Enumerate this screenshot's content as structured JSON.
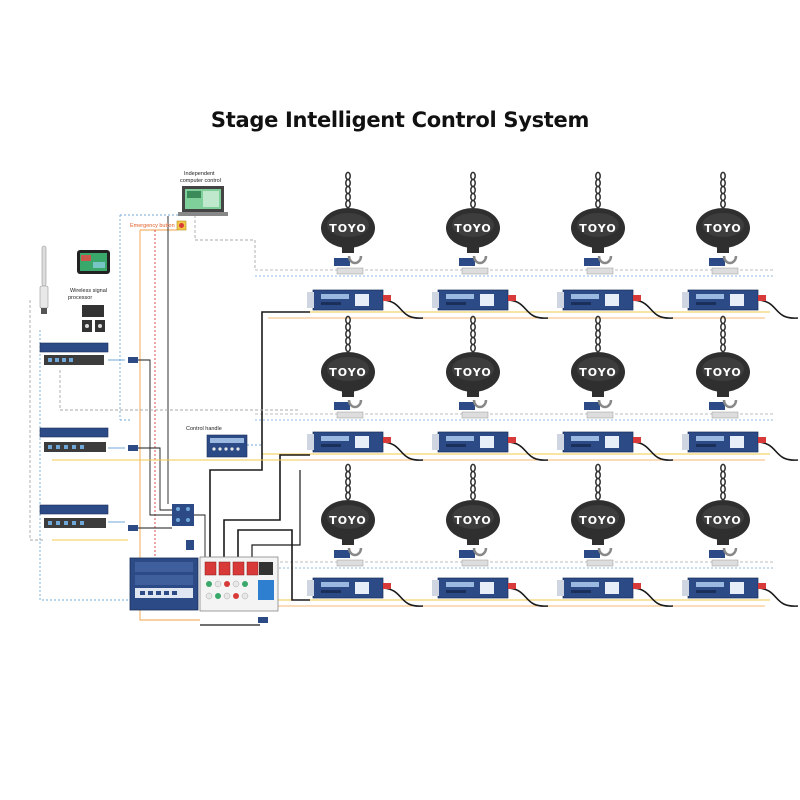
{
  "title": "Stage Intelligent Control System",
  "labels": {
    "computer": [
      "Independent",
      "computer control"
    ],
    "emergency": "Emergency button",
    "wireless": [
      "Wireless signal",
      "processor"
    ],
    "handle": "Control handle"
  },
  "hoist_brand": "TOYO",
  "hoist_grid": {
    "rows": 3,
    "columns": 4
  },
  "colors": {
    "controller_blue": "#2b4a86",
    "hoist_body": "#2f2f2f",
    "cable_black": "#1a1a1a",
    "cable_red": "#d83a3a",
    "cable_yellow": "#f2c84a",
    "cable_orange": "#f0a24a",
    "cable_gray": "#a8a8a8",
    "cable_blue": "#6fa8d8",
    "emergency_label": "#e0602a"
  },
  "icons": [
    "hoist-icon",
    "chain-icon",
    "load-cell-icon",
    "controller-icon",
    "laptop-icon",
    "tablet-icon",
    "antenna-icon",
    "router-icon",
    "switch-icon",
    "power-distribution-icon",
    "control-cabinet-icon",
    "emergency-button-icon",
    "control-handle-icon"
  ]
}
